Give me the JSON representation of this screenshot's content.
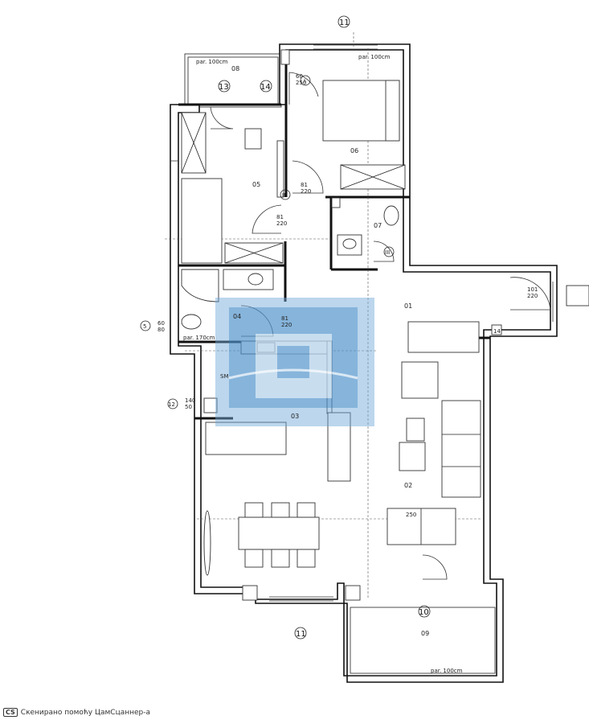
{
  "rooms": [
    "01",
    "02",
    "03",
    "04",
    "05",
    "06",
    "07",
    "08",
    "09"
  ],
  "markers": {
    "top": "11",
    "bottom": "11",
    "left_5": "5",
    "left_12": "12",
    "r13": "13",
    "r14": "14",
    "door_i": "I",
    "door_ii": "II",
    "door_iii": "III",
    "r10": "10",
    "r14b": "14"
  },
  "dims": {
    "bal_top": "par. 100cm",
    "top_window": "par. 100cm",
    "d_60_250": "60\n250",
    "d_81_220_a": "81\n220",
    "d_81_220_b": "81\n220",
    "d_81_220_c": "81\n220",
    "d_101_220": "101\n220",
    "d_60_80": "60\n80",
    "d_140_50": "140\n50",
    "par_170": "par. 170cm",
    "sm": "SM",
    "par_bottom": "par. 100cm",
    "d_250_b": "250"
  },
  "footer": {
    "badge": "CS",
    "text": "Скенирано помоћу ЦамСцаннер-а"
  }
}
